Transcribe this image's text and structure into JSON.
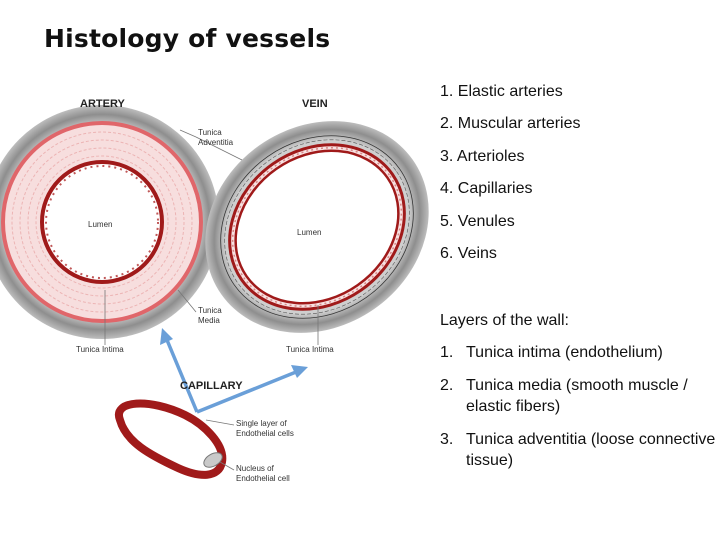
{
  "title": "Histology of vessels",
  "figure": {
    "artery_label": "ARTERY",
    "vein_label": "VEIN",
    "capillary_label": "CAPILLARY",
    "adventitia_label_1": "Tunica",
    "adventitia_label_2": "Adventitia",
    "artery_lumen": "Lumen",
    "vein_lumen": "Lumen",
    "media_label_1": "Tunica",
    "media_label_2": "Media",
    "artery_intima": "Tunica Intima",
    "vein_intima": "Tunica Intima",
    "endothelial_label_1": "Single layer of",
    "endothelial_label_2": "Endothelial cells",
    "nucleus_label_1": "Nucleus of",
    "nucleus_label_2": "Endothelial cell",
    "colors": {
      "ring_red": "#e0666a",
      "dark_red": "#a01a1a",
      "arrow_blue": "#6a9fd8"
    }
  },
  "vessel_types": [
    "1. Elastic arteries",
    "2. Muscular arteries",
    "3. Arterioles",
    "4. Capillaries",
    "5. Venules",
    "6. Veins"
  ],
  "layers_heading": "Layers of the wall:",
  "layers": [
    {
      "num": "1.",
      "text": "Tunica intima (endothelium)"
    },
    {
      "num": "2.",
      "text": "Tunica media (smooth muscle / elastic fibers)"
    },
    {
      "num": "3.",
      "text": "Tunica adventitia (loose connective tissue)"
    }
  ]
}
